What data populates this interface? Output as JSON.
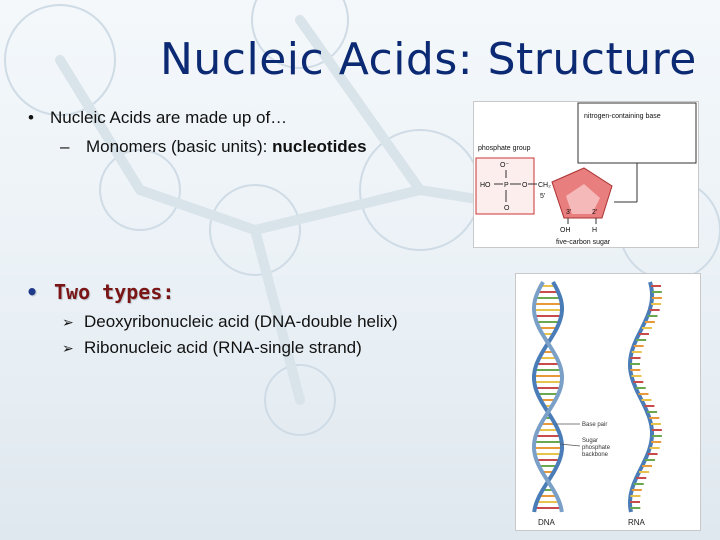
{
  "slide": {
    "title": "Nucleic Acids: Structure",
    "bullet1": "Nucleic Acids are made up of…",
    "sub1_prefix": "Monomers (basic units): ",
    "sub1_bold": "nucleotides",
    "bullet2": "Two types:",
    "types": [
      "Deoxyribonucleic acid (DNA-double helix)",
      "Ribonucleic acid (RNA-single strand)"
    ]
  },
  "nucleotide_figure": {
    "phosphate_label": "phosphate group",
    "base_label": "nitrogen-containing base",
    "sugar_label": "five-carbon sugar",
    "chem_o_minus_top": "O⁻",
    "chem_ho": "HO",
    "chem_p": "P",
    "chem_o": "O",
    "chem_ch2": "CH₂",
    "chem_o_bottom": "O",
    "chem_5": "5'",
    "chem_3": "3'",
    "chem_2": "2'",
    "chem_oh": "OH",
    "chem_h": "H"
  },
  "helix_figure": {
    "dna_label": "DNA",
    "rna_label": "RNA",
    "base_pair_label": "Base pair",
    "backbone_label_1": "Sugar",
    "backbone_label_2": "phosphate",
    "backbone_label_3": "backbone"
  }
}
